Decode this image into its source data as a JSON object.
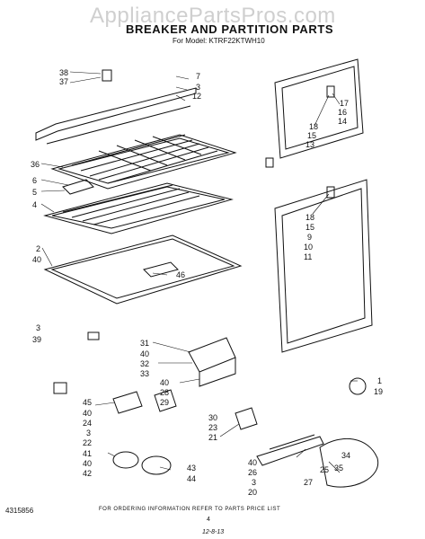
{
  "watermark": "AppliancePartsPros.com",
  "title": "BREAKER AND PARTITION PARTS",
  "model_line": "For Model: KTRF22KTWH10",
  "footer_note": "FOR ORDERING INFORMATION REFER TO PARTS PRICE LIST",
  "page_number": "4",
  "document_number": "4315856",
  "date": "12-8-13",
  "callouts": {
    "c38": "38",
    "c37": "37",
    "c36": "36",
    "c6": "6",
    "c5": "5",
    "c4": "4",
    "c2": "2",
    "c40a": "40",
    "c3a": "3",
    "c39": "39",
    "c7": "7",
    "c3b": "3",
    "c12": "12",
    "c46": "46",
    "c18a": "18",
    "c15a": "15",
    "c13a": "13",
    "c17": "17",
    "c16": "16",
    "c14": "14",
    "c18b": "18",
    "c15b": "15",
    "c9": "9",
    "c10": "10",
    "c11": "11",
    "c31": "31",
    "c40b": "40",
    "c32": "32",
    "c33": "33",
    "c40c": "40",
    "c28": "28",
    "c29": "29",
    "c45": "45",
    "c40d": "40",
    "c24": "24",
    "c3c": "3",
    "c22": "22",
    "c30": "30",
    "c23": "23",
    "c21": "21",
    "c1": "1",
    "c19": "19",
    "c41": "41",
    "c40e": "40",
    "c42": "42",
    "c43": "43",
    "c44": "44",
    "c40f": "40",
    "c26": "26",
    "c3d": "3",
    "c20": "20",
    "c25": "25",
    "c35": "35",
    "c34": "34",
    "c27": "27"
  }
}
